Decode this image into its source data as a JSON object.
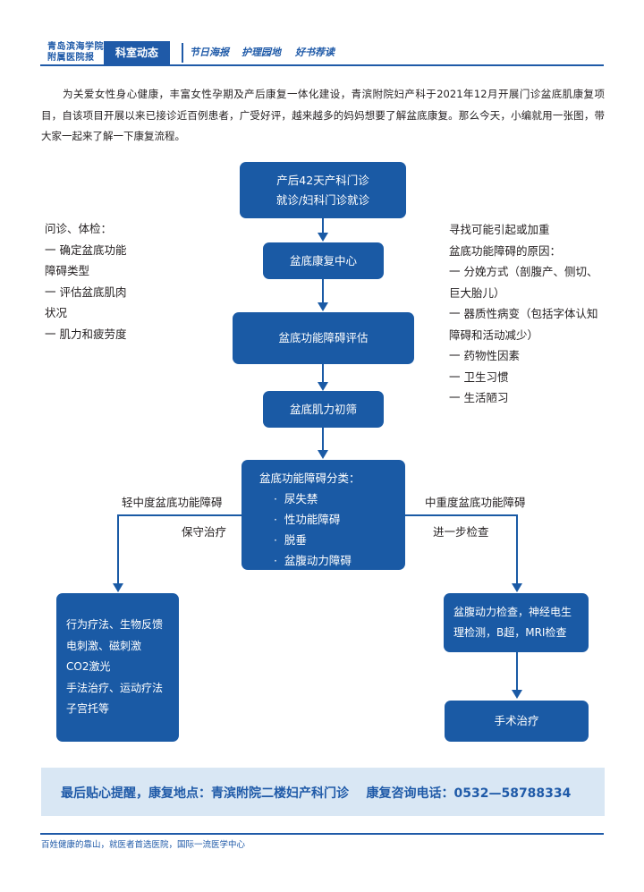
{
  "header": {
    "logo_line1": "青岛滨海学院",
    "logo_line2": "附属医院报",
    "section_tab": "科室动态",
    "links": [
      "节日海报",
      "护理园地",
      "好书荐读"
    ]
  },
  "intro": "为关爱女性身心健康，丰富女性孕期及产后康复一体化建设，青滨附院妇产科于2021年12月开展门诊盆底肌康复项目，自该项目开展以来已接诊近百例患者，广受好评，越来越多的妈妈想要了解盆底康复。那么今天，小编就用一张图，带大家一起来了解一下康复流程。",
  "flow": {
    "step1": [
      "产后42天产科门诊",
      "就诊/妇科门诊就诊"
    ],
    "step2": "盆底康复中心",
    "step3": "盆底功能障碍评估",
    "step4": "盆底肌力初筛",
    "step5_title": "盆底功能障碍分类：",
    "step5_items": [
      "尿失禁",
      "性功能障碍",
      "脱垂",
      "盆腹动力障碍"
    ],
    "left_note": [
      "问诊、体检：",
      "一 确定盆底功能",
      "障碍类型",
      "一 评估盆底肌肉",
      "状况",
      "一 肌力和疲劳度"
    ],
    "right_note": [
      "寻找可能引起或加重",
      "盆底功能障碍的原因：",
      "一 分娩方式（剖腹产、侧切、",
      "巨大胎儿）",
      "一 器质性病变（包括字体认知",
      "障碍和活动减少）",
      "一 药物性因素",
      "一 卫生习惯",
      "一 生活陋习"
    ],
    "left_branch_label": "轻中度盆底功能障碍",
    "left_branch_sub": "保守治疗",
    "right_branch_label": "中重度盆底功能障碍",
    "right_branch_sub": "进一步检查",
    "left_result": [
      "行为疗法、生物反馈",
      "电刺激、磁刺激",
      "CO2激光",
      "手法治疗、运动疗法",
      "子宫托等"
    ],
    "right_result": [
      "盆腹动力检查，神经电生",
      "理检测，B超，MRI检查"
    ],
    "final": "手术治疗"
  },
  "tip": "最后贴心提醒，康复地点：青滨附院二楼妇产科门诊    康复咨询电话：0532—58788334",
  "footer": "百姓健康的靠山，就医者首选医院，国际一流医学中心"
}
